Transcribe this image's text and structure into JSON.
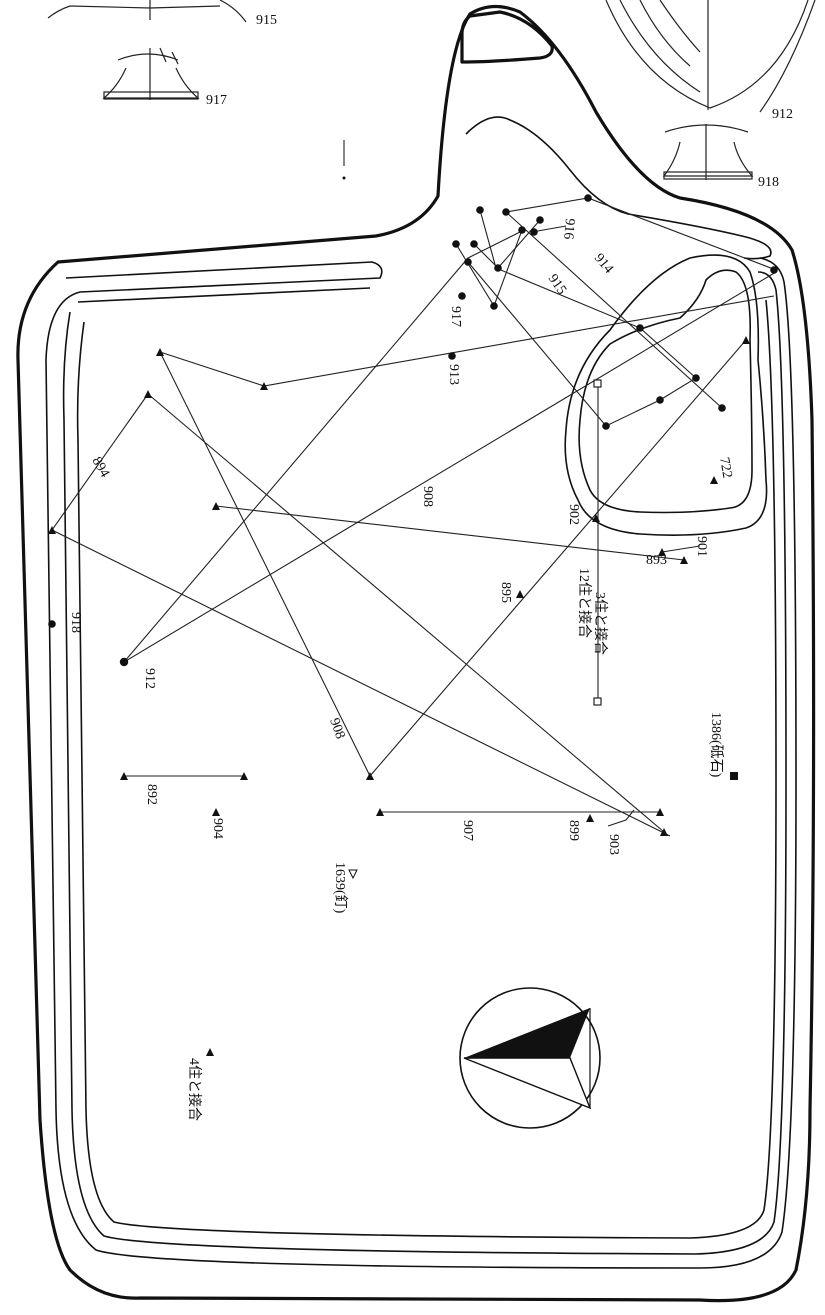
{
  "figure": {
    "pot_labels": {
      "p915": "915",
      "p917": "917",
      "p912": "912",
      "p918": "918"
    },
    "labels": {
      "l894": "894",
      "l918": "918",
      "l912": "912",
      "l908a": "908",
      "l908b": "908",
      "l913": "913",
      "l917": "917",
      "l915": "915",
      "l914": "914",
      "l916": "916",
      "l902": "902",
      "l895": "895",
      "l901": "901",
      "l893": "893",
      "l722": "722",
      "l892": "892",
      "l904": "904",
      "l907": "907",
      "l899": "899",
      "l903": "903",
      "note3": "3住と接合",
      "note12": "12住と接合",
      "note1386": "1386(砥石)",
      "note1639": "1639(釘)",
      "note4": "4住と接合"
    },
    "marker_types": [
      "filled-circle",
      "filled-triangle",
      "open-triangle",
      "open-square",
      "filled-square"
    ],
    "north_arrow": "north-arrow-icon"
  }
}
